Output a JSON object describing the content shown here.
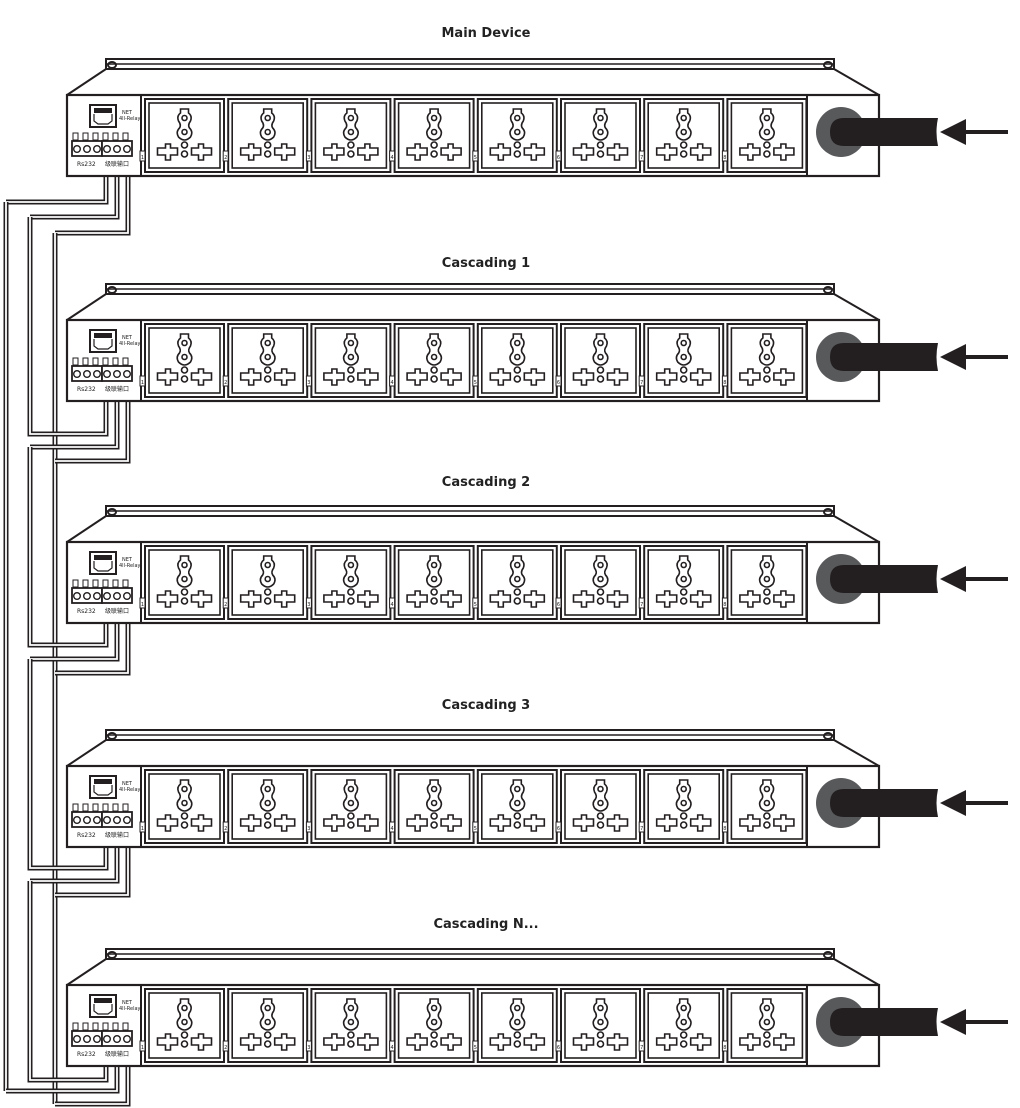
{
  "diagram": {
    "title": "PDU cascading connection diagram",
    "colors": {
      "line": "#231f20",
      "power_ring": "#58595b",
      "cable": "#231f20",
      "background": "#ffffff"
    },
    "devices": [
      {
        "label": "Main Device"
      },
      {
        "label": "Cascading 1"
      },
      {
        "label": "Cascading 2"
      },
      {
        "label": "Cascading 3"
      },
      {
        "label": "Cascading N..."
      }
    ],
    "control_panel": {
      "network_label_line1": "NET",
      "network_label_line2": "4ll-Relay",
      "port_label_left": "Rs232",
      "port_label_right": "级联输口"
    },
    "outlets": {
      "count": 8,
      "numbers": [
        "1",
        "2",
        "3",
        "4",
        "5",
        "6",
        "7",
        "8"
      ]
    },
    "power_input": {
      "icon": "arrow-left-icon",
      "description": "Power cable input"
    },
    "wiring": {
      "type": "daisy-chain",
      "conductors": 3
    }
  }
}
